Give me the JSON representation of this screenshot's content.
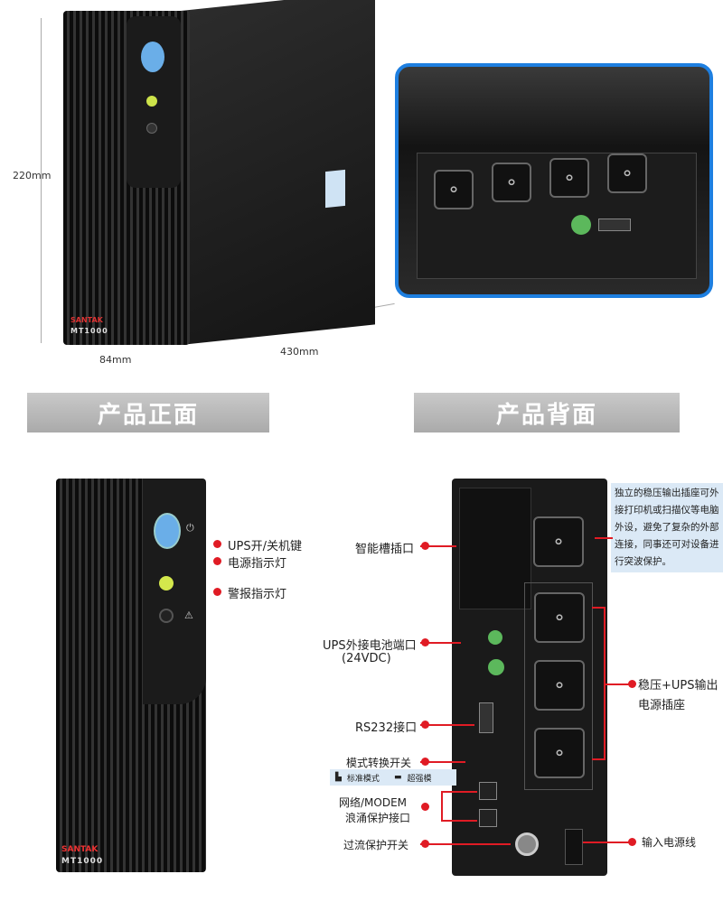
{
  "dimensions": {
    "height": "220mm",
    "width": "84mm",
    "depth": "430mm"
  },
  "brand": "SANTAK",
  "model": "MT1000",
  "sections": {
    "front": "产品正面",
    "back": "产品背面"
  },
  "front_labels": [
    "UPS开/关机键",
    "电源指示灯",
    "警报指示灯"
  ],
  "back_labels": {
    "smart_slot": "智能槽插口",
    "battery_port": "UPS外接电池端口",
    "battery_voltage": "(24VDC)",
    "rs232": "RS232接口",
    "mode_switch": "模式转换开关",
    "mode_standard": "标准模式",
    "mode_super": "超强模",
    "network_1": "网络/MODEM",
    "network_2": "浪涌保护接口",
    "overcurrent": "过流保护开关",
    "outlets_1": "稳压+UPS输出",
    "outlets_2": "电源插座",
    "input": "输入电源线",
    "note": "独立的稳压输出插座可外接打印机或扫描仪等电脑外设，避免了复杂的外部连接，同事还可对设备进行突波保护。"
  },
  "colors": {
    "accent": "#e01b24",
    "frame": "#1e7fe0",
    "note_bg": "#dbe9f6"
  }
}
